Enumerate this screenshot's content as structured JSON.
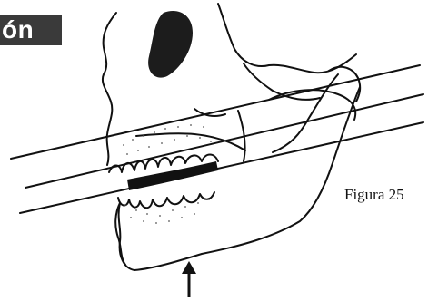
{
  "header": {
    "heading_fragment": "ón"
  },
  "figure": {
    "caption": "Figura 25",
    "illustration_icon": "skull-jaw-occlusion-drawing",
    "arrow_icon": "arrow-up-icon",
    "colors": {
      "ink": "#111111",
      "heading_background": "#3a3a3a",
      "heading_text": "#ffffff",
      "background": "#ffffff"
    }
  }
}
